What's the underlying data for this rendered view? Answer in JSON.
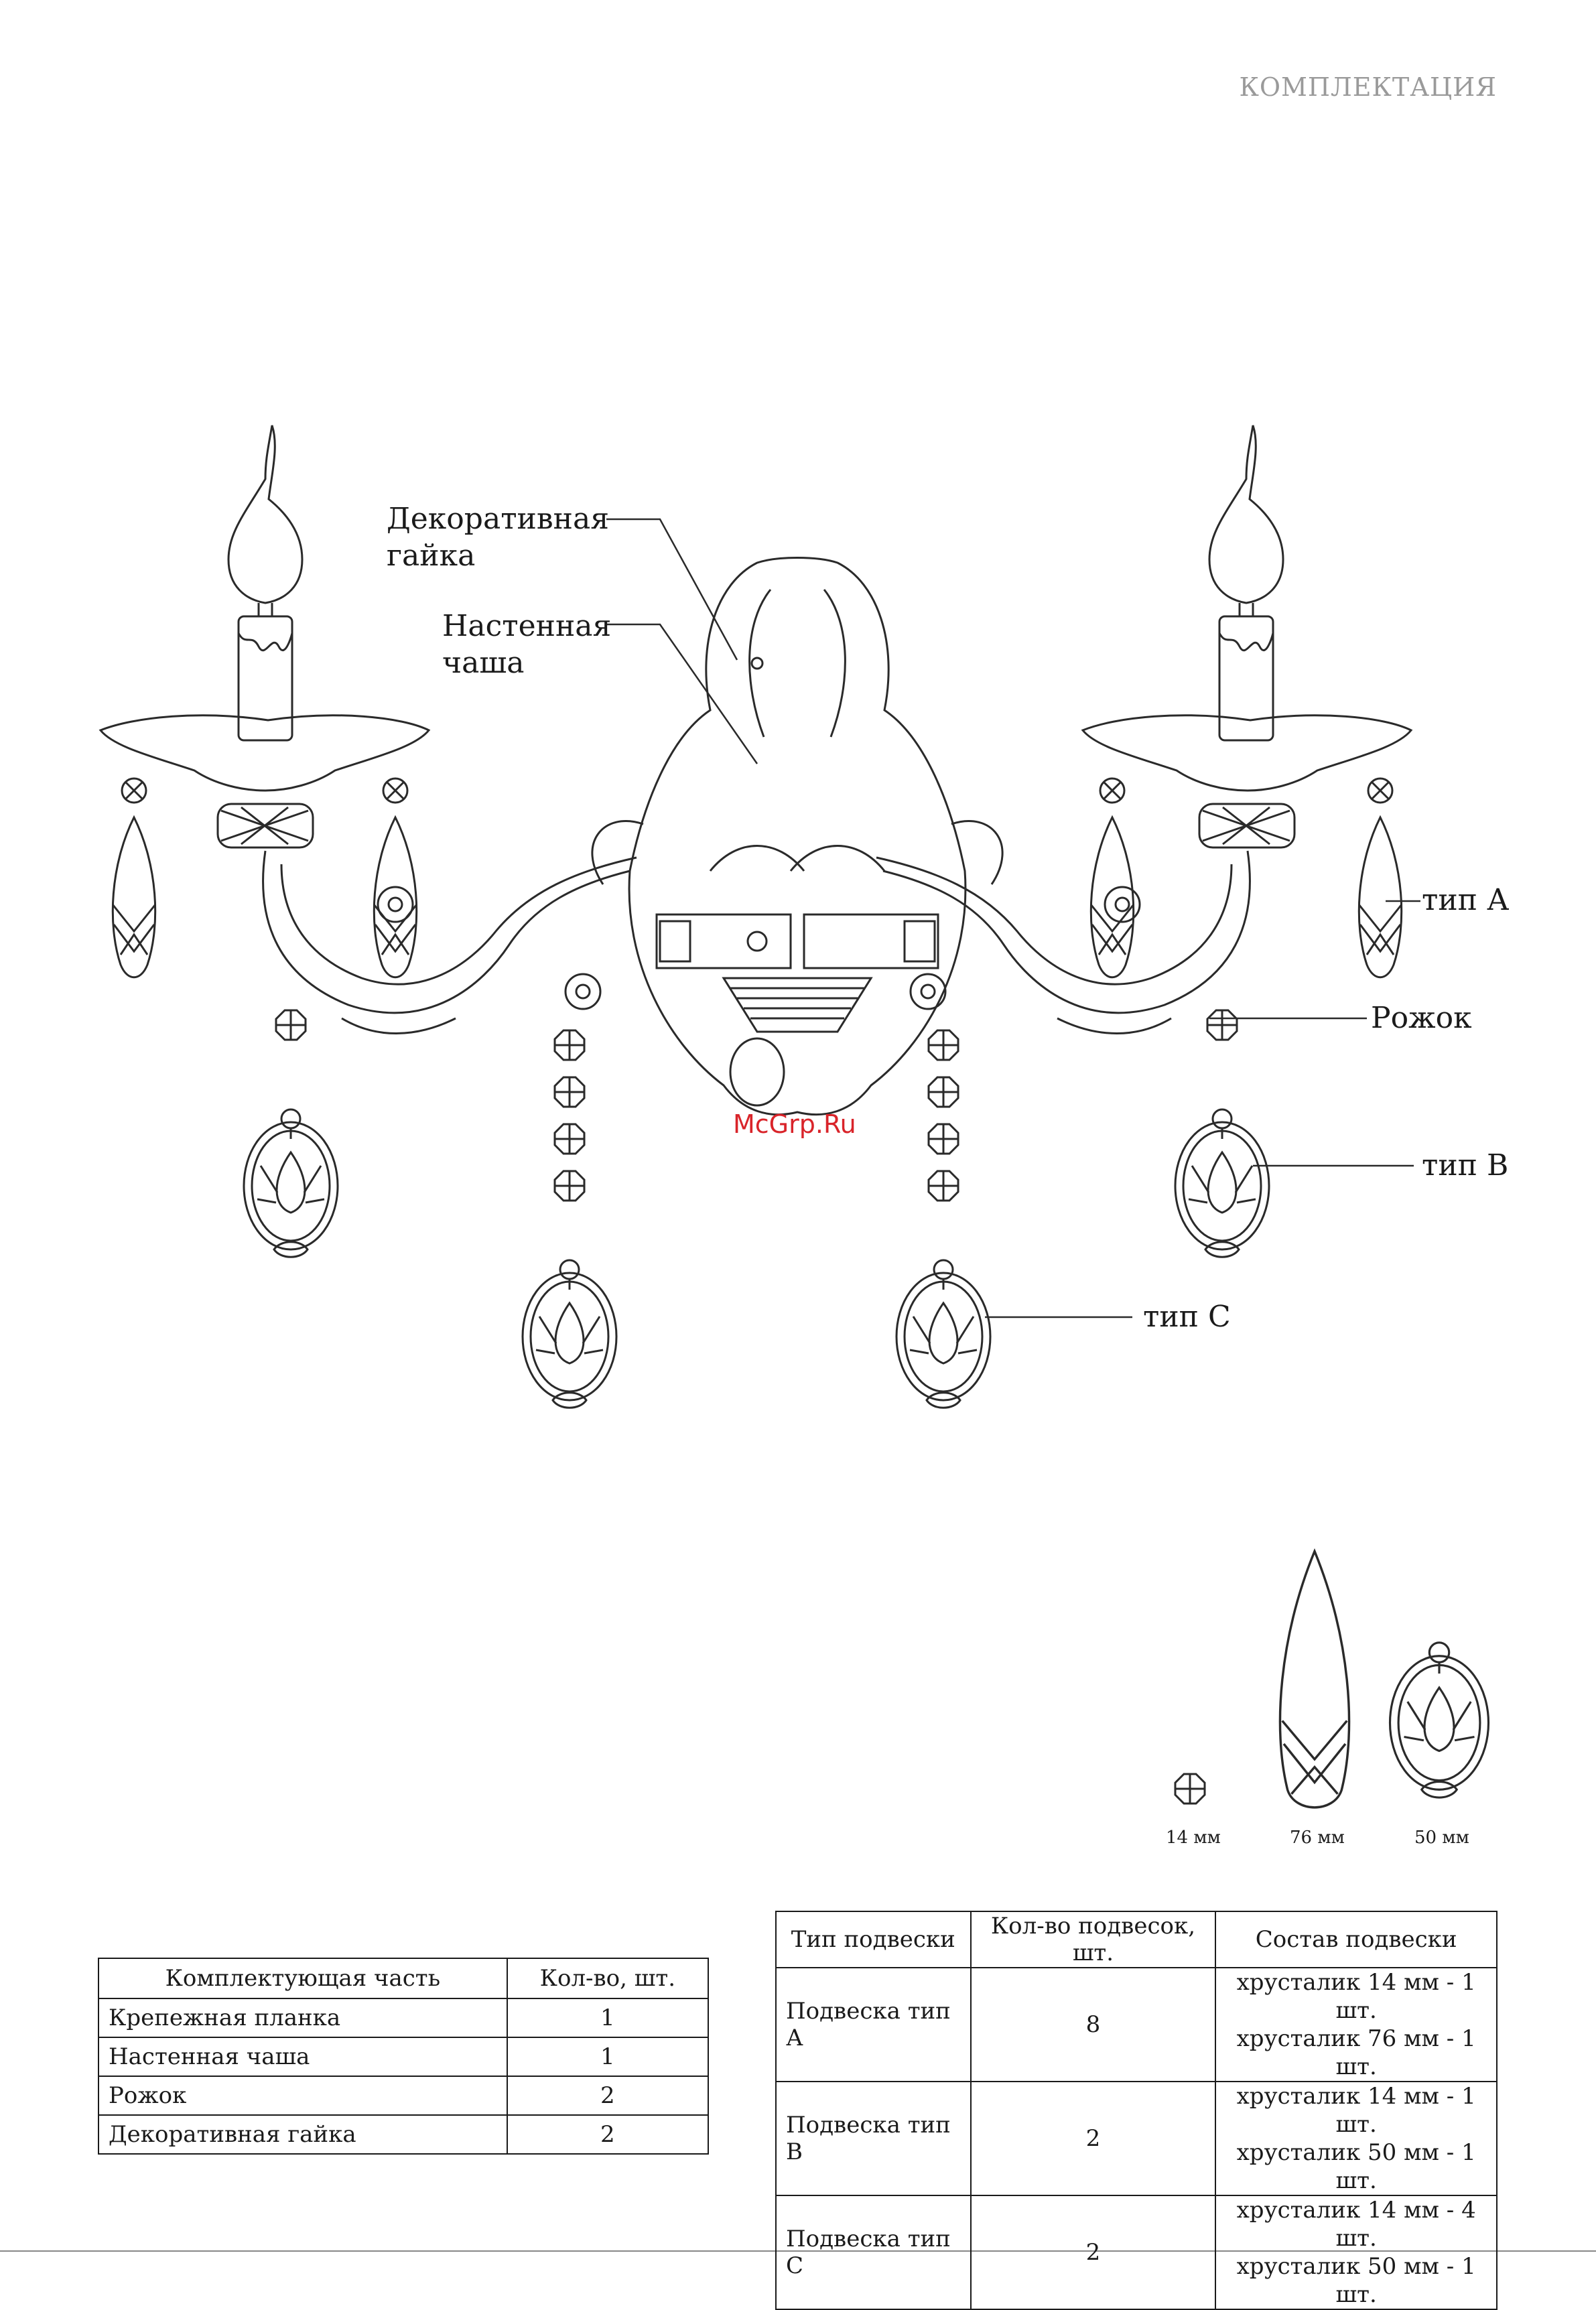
{
  "header": {
    "section_title": "КОМПЛЕКТАЦИЯ"
  },
  "callouts": {
    "decorative_nut": [
      "Декоративная",
      "гайка"
    ],
    "wall_bowl": [
      "Настенная",
      "чаша"
    ],
    "type_a": "тип А",
    "arm": "Рожок",
    "type_b": "тип В",
    "type_c": "тип С"
  },
  "watermark": "McGrp.Ru",
  "crystal_sizes": [
    "14 мм",
    "76 мм",
    "50 мм"
  ],
  "parts_table": {
    "headers": [
      "Комплектующая часть",
      "Кол-во, шт."
    ],
    "rows": [
      [
        "Крепежная планка",
        "1"
      ],
      [
        "Настенная  чаша",
        "1"
      ],
      [
        "Рожок",
        "2"
      ],
      [
        "Декоративная гайка",
        "2"
      ]
    ]
  },
  "hangers_table": {
    "headers": [
      "Тип подвески",
      "Кол-во подвесок, шт.",
      "Состав подвески"
    ],
    "rows": [
      {
        "type": "Подвеска тип А",
        "count": "8",
        "composition": [
          "хрусталик 14 мм - 1 шт.",
          "хрусталик 76 мм - 1 шт."
        ]
      },
      {
        "type": "Подвеска тип В",
        "count": "2",
        "composition": [
          "хрусталик 14 мм - 1 шт.",
          "хрусталик 50 мм - 1 шт."
        ]
      },
      {
        "type": "Подвеска тип С",
        "count": "2",
        "composition": [
          "хрусталик 14 мм - 4 шт.",
          "хрусталик 50 мм - 1 шт."
        ]
      }
    ]
  }
}
